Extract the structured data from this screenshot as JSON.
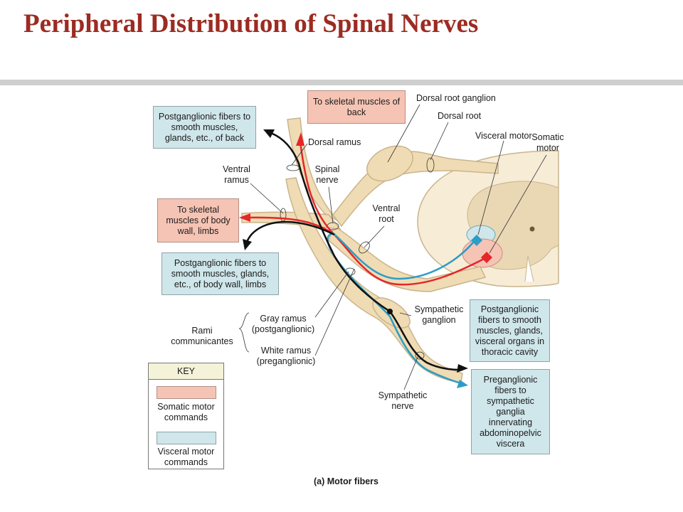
{
  "title": "Peripheral Distribution of Spinal Nerves",
  "caption": "(a) Motor fibers",
  "boxes": {
    "skeletal_back": "To skeletal muscles of back",
    "postgang_back": "Postganglionic fibers to smooth muscles, glands, etc., of back",
    "skeletal_body": "To skeletal muscles of body wall, limbs",
    "postgang_body": "Postganglionic fibers to smooth muscles, glands, etc., of body wall, limbs",
    "postgang_thoracic": "Postganglionic fibers to smooth muscles, glands, visceral organs in thoracic cavity",
    "pregang_abdominal": "Preganglionic fibers to sympathetic ganglia innervating abdominopelvic viscera"
  },
  "labels": {
    "dorsal_root_ganglion": "Dorsal root ganglion",
    "dorsal_root": "Dorsal root",
    "visceral_motor": "Visceral motor",
    "somatic_motor": "Somatic motor",
    "dorsal_ramus": "Dorsal ramus",
    "ventral_ramus": "Ventral ramus",
    "spinal_nerve": "Spinal nerve",
    "ventral_root": "Ventral root",
    "sympathetic_ganglion": "Sympathetic ganglion",
    "gray_ramus": "Gray ramus (postganglionic)",
    "white_ramus": "White ramus (preganglionic)",
    "rami_communicantes": "Rami communicantes",
    "sympathetic_nerve": "Sympathetic nerve"
  },
  "key": {
    "header": "KEY",
    "somatic": "Somatic motor commands",
    "visceral": "Visceral motor commands"
  },
  "colors": {
    "title": "#9c2b22",
    "nerve": "#f0dcb4",
    "cord": "#f7ecd6",
    "somatic_fiber": "#e5262a",
    "visceral_fiber": "#2d9cc6",
    "postganglionic_fiber": "#111111",
    "somatic_box": "#f6c4b4",
    "visceral_box": "#cfe6ea"
  }
}
